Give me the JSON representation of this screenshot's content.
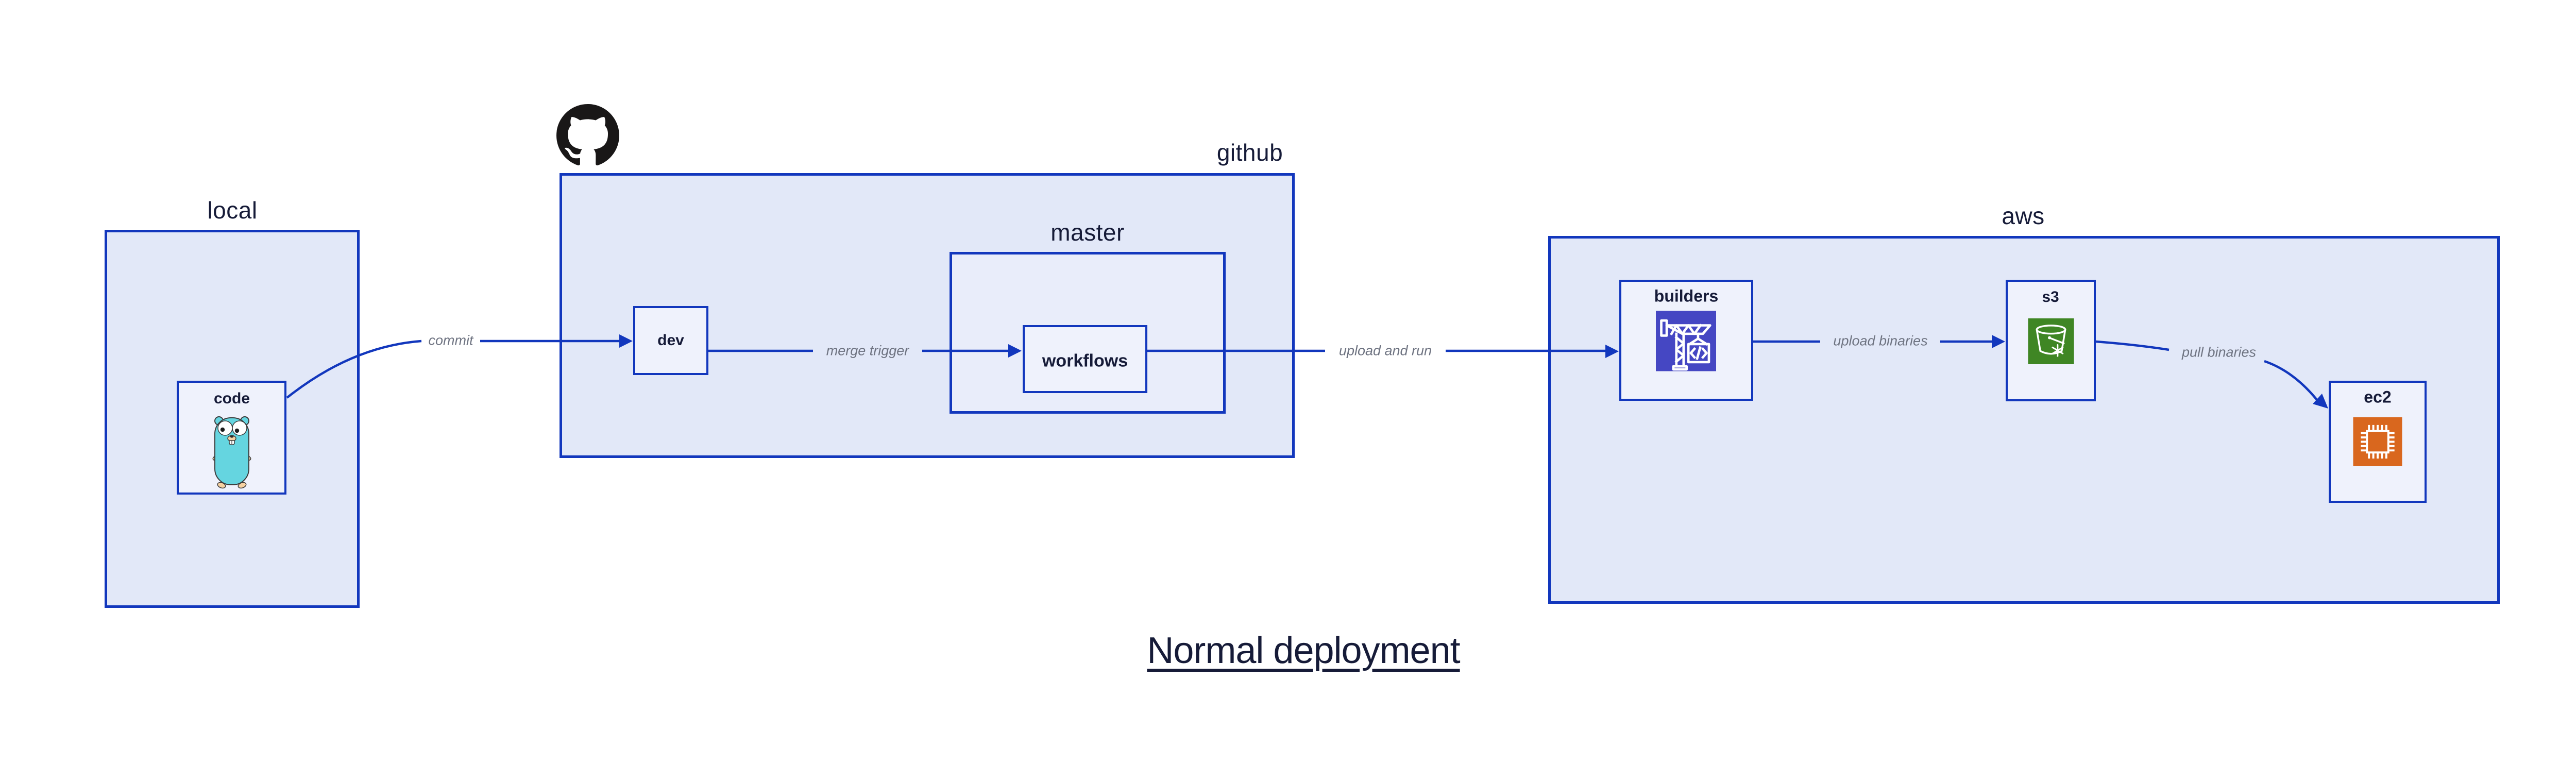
{
  "title": {
    "text": "Normal deployment"
  },
  "colors": {
    "canvas_bg": "#ffffff",
    "stroke_blue": "#1237bd",
    "container_fill": "#e2e8f8",
    "subcontainer_fill": "#e9edfa",
    "node_fill": "#eff2fc",
    "dark_text": "#161b38",
    "edge_label_gray": "#6e7381",
    "github_logo_black": "#191717",
    "codebuild_purple": "#4547c3",
    "s3_green": "#3f8624",
    "ec2_orange": "#d9671e",
    "gopher_teal": "#65d5e0",
    "gopher_tan": "#f6d2a2"
  },
  "groups": {
    "local": {
      "label": "local"
    },
    "github": {
      "label": "github"
    },
    "master": {
      "label": "master"
    },
    "aws": {
      "label": "aws"
    }
  },
  "nodes": {
    "code": {
      "label": "code",
      "icon": "go-gopher"
    },
    "dev": {
      "label": "dev"
    },
    "workflows": {
      "label": "workflows"
    },
    "builders": {
      "label": "builders",
      "icon": "aws-codebuild"
    },
    "s3": {
      "label": "s3",
      "icon": "aws-s3-bucket"
    },
    "ec2": {
      "label": "ec2",
      "icon": "aws-ec2-chip"
    }
  },
  "edges": {
    "commit": {
      "label": "commit"
    },
    "merge_trigger": {
      "label": "merge trigger"
    },
    "upload_and_run": {
      "label": "upload and run"
    },
    "upload_binaries": {
      "label": "upload binaries"
    },
    "pull_binaries": {
      "label": "pull binaries"
    }
  }
}
